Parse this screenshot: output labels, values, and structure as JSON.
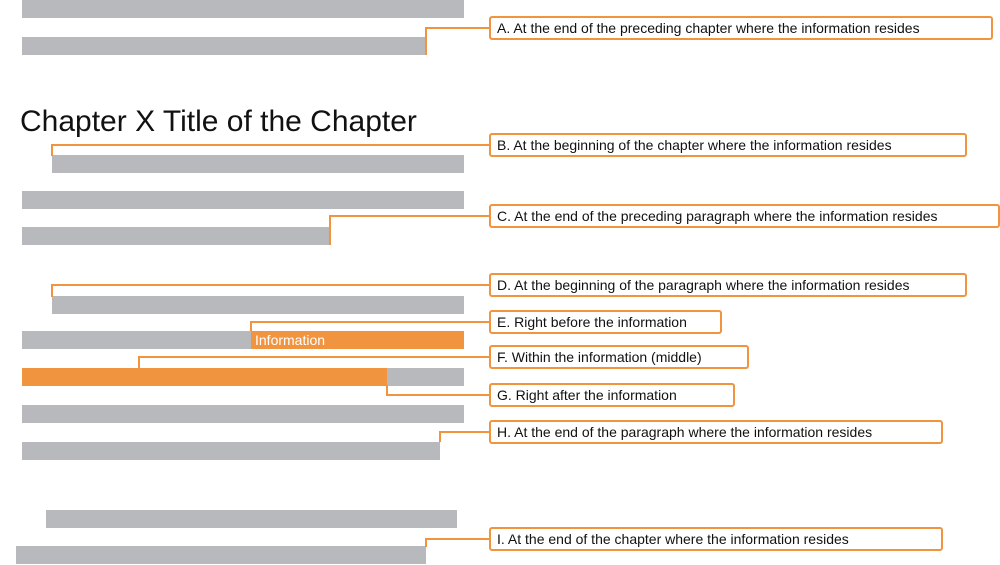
{
  "chapter_title": "Chapter X Title of the Chapter",
  "highlight_label": "Information",
  "colors": {
    "accent": "#f0943f",
    "text_bar": "#b7b9bd",
    "text": "#111111"
  },
  "callouts": [
    {
      "id": "A",
      "text": "A. At the end of the preceding chapter where the information resides"
    },
    {
      "id": "B",
      "text": "B. At the beginning of the chapter where the information resides"
    },
    {
      "id": "C",
      "text": "C. At the end of the preceding paragraph where the information resides"
    },
    {
      "id": "D",
      "text": "D. At the beginning of the paragraph where the information resides"
    },
    {
      "id": "E",
      "text": "E. Right before the information"
    },
    {
      "id": "F",
      "text": "F. Within the information (middle)"
    },
    {
      "id": "G",
      "text": "G. Right after the information"
    },
    {
      "id": "H",
      "text": "H. At the end of the paragraph where the information resides"
    },
    {
      "id": "I",
      "text": "I. At the end of the chapter where the information resides"
    }
  ]
}
